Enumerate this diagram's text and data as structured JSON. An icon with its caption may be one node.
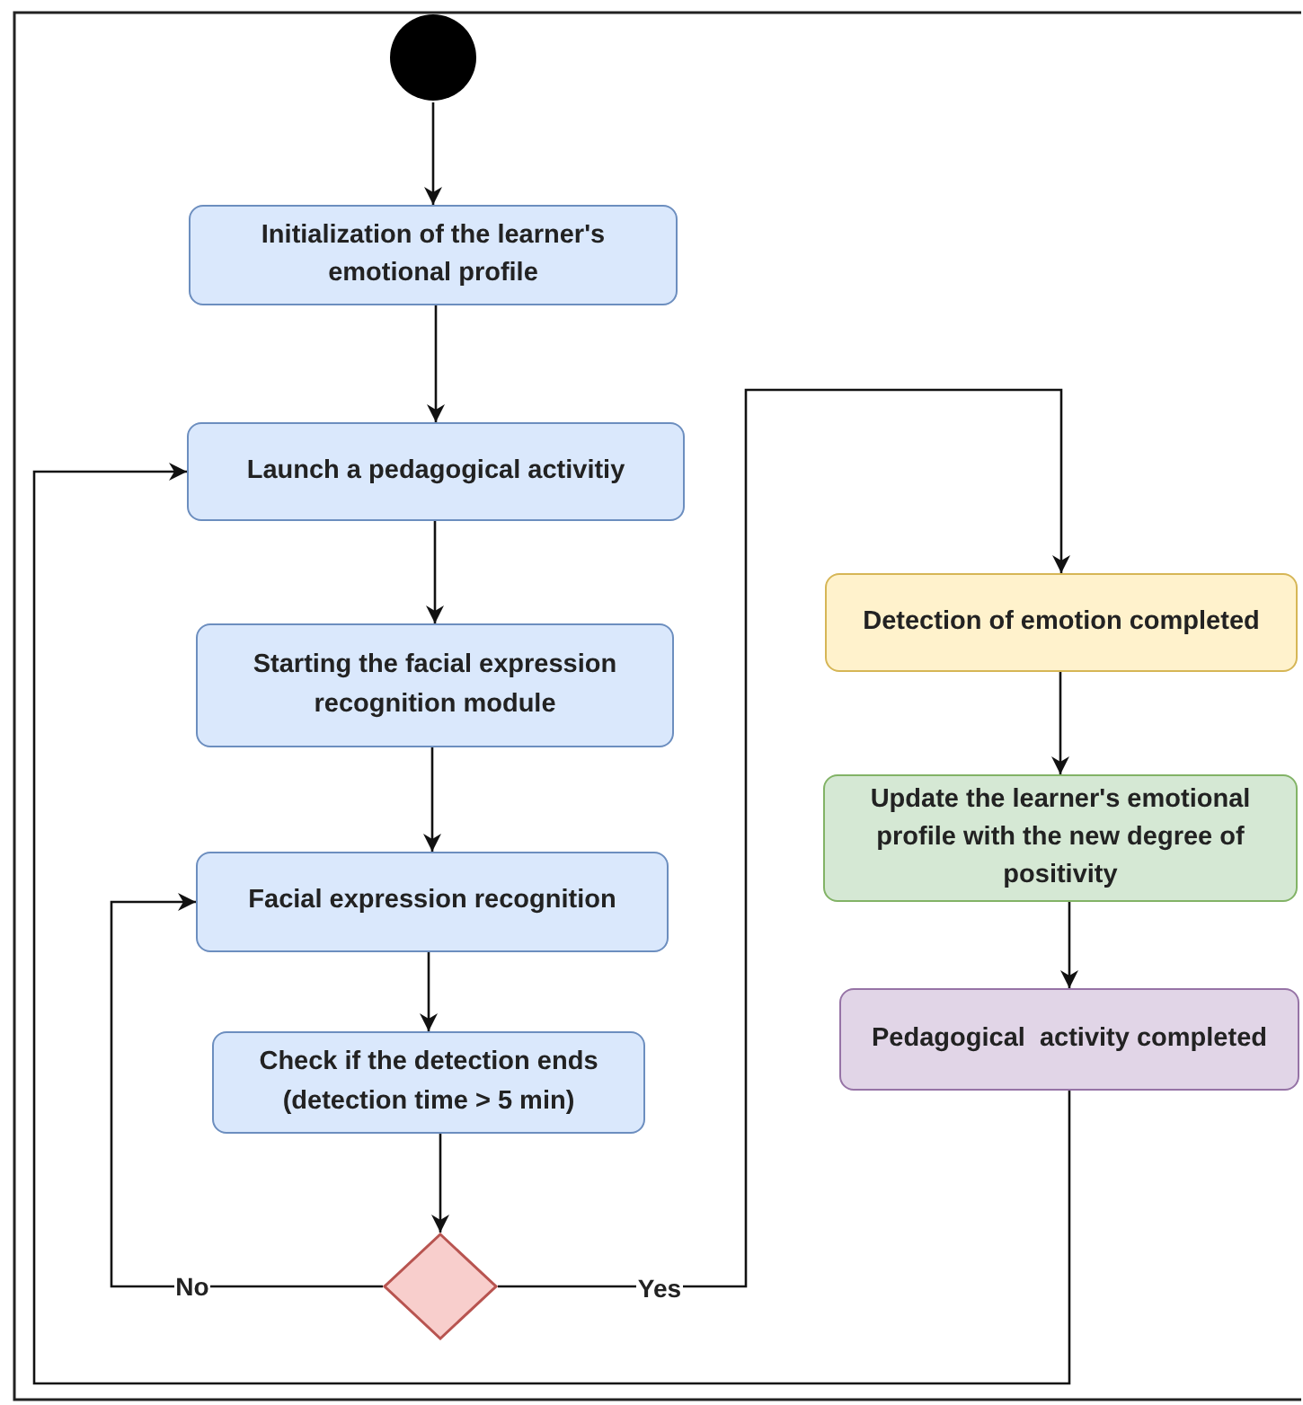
{
  "diagram": {
    "nodes": [
      {
        "text": [],
        "shape": "circle"
      },
      {
        "text": [
          "Initialization of the learner's emotional profile"
        ]
      },
      {
        "text": [
          "Launch a pedagogical activitiy"
        ]
      },
      {
        "text": [
          "Starting the facial expression recognition module"
        ]
      },
      {
        "text": [
          "Facial expression recognition"
        ]
      },
      {
        "text": [
          "Check if the detection ends (detection time > 5 min)"
        ]
      },
      {
        "text": [],
        "shape": "diamond"
      },
      {
        "text": [
          "Detection of emotion completed"
        ]
      },
      {
        "text": [
          "Update the learner's emotional profile with the new degree of positivity"
        ]
      },
      {
        "text": [
          "Pedagogical  activity completed"
        ]
      }
    ],
    "edges": [
      {
        "from": 0,
        "to": 1,
        "arrow": "to"
      },
      {
        "from": 1,
        "to": 2,
        "arrow": "to"
      },
      {
        "from": 2,
        "to": 3,
        "arrow": "to"
      },
      {
        "from": 3,
        "to": 4,
        "arrow": "to"
      },
      {
        "from": 4,
        "to": 5,
        "arrow": "to"
      },
      {
        "from": 5,
        "to": 6,
        "arrow": "to"
      },
      {
        "from": 6,
        "to": 4,
        "arrow": "to",
        "label": "No"
      },
      {
        "from": 6,
        "to": 7,
        "arrow": "to",
        "label": "Yes"
      },
      {
        "from": 7,
        "to": 8,
        "arrow": "to"
      },
      {
        "from": 8,
        "to": 9,
        "arrow": "to"
      },
      {
        "from": 9,
        "to": 2,
        "arrow": "to"
      }
    ]
  }
}
